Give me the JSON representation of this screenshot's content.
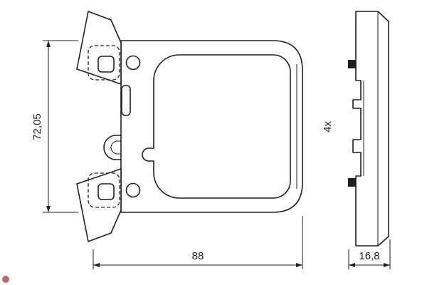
{
  "drawing": {
    "dimensions": {
      "height": "72,05",
      "width": "88",
      "depth": "16,8"
    },
    "quantity": "4x"
  },
  "colors": {
    "line": "#1f1f1f",
    "background": "#ffffff",
    "accent_dot": "#b05050"
  }
}
